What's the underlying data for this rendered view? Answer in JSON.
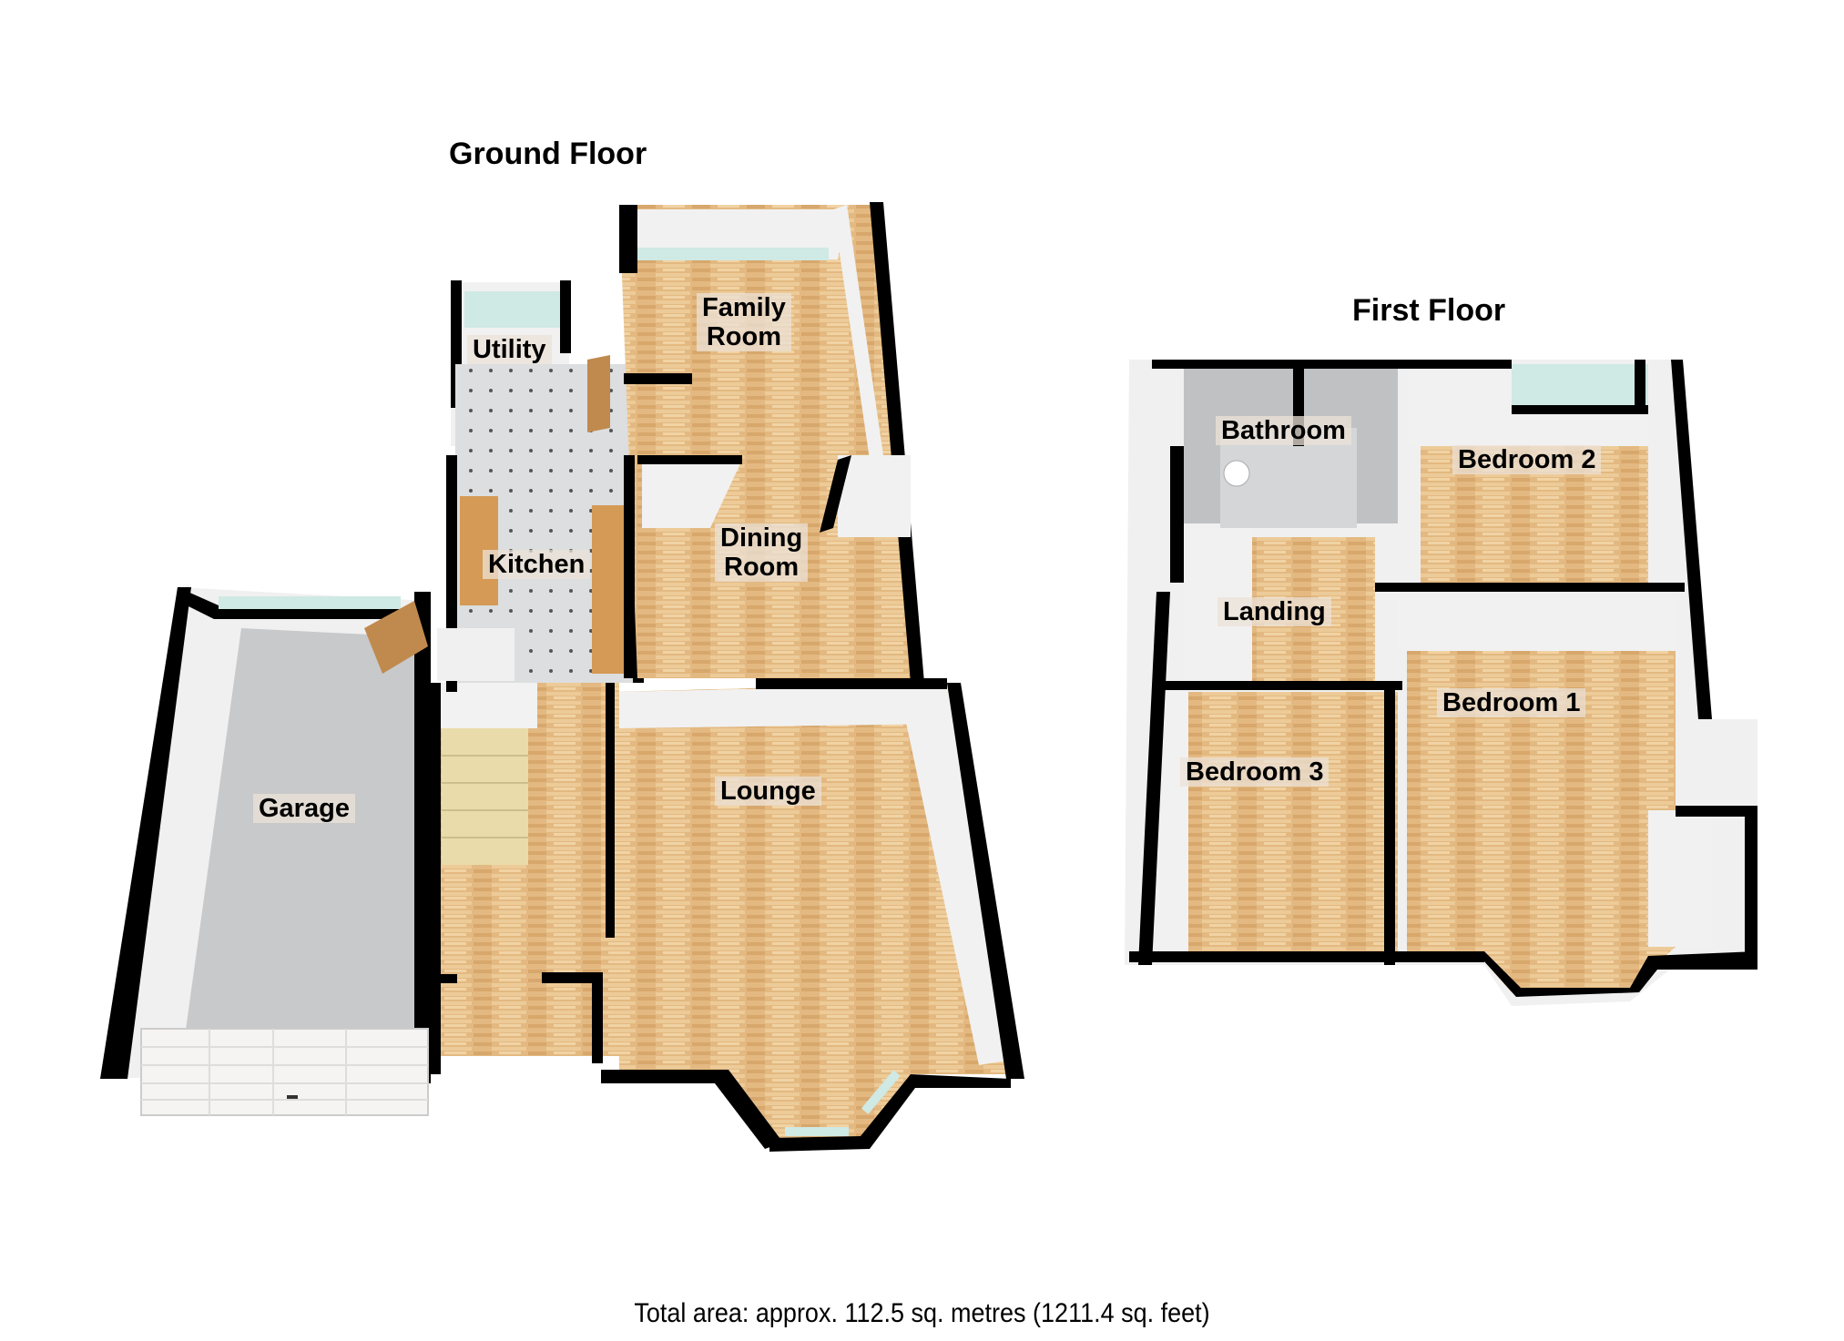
{
  "floors": [
    {
      "title": "Ground Floor",
      "rooms": [
        {
          "name": "Family Room",
          "line1": "Family",
          "line2": "Room"
        },
        {
          "name": "Utility",
          "line1": "Utility"
        },
        {
          "name": "Kitchen",
          "line1": "Kitchen"
        },
        {
          "name": "Dining Room",
          "line1": "Dining",
          "line2": "Room"
        },
        {
          "name": "Garage",
          "line1": "Garage"
        },
        {
          "name": "Lounge",
          "line1": "Lounge"
        }
      ]
    },
    {
      "title": "First Floor",
      "rooms": [
        {
          "name": "Bathroom",
          "line1": "Bathroom"
        },
        {
          "name": "Bedroom 2",
          "line1": "Bedroom 2"
        },
        {
          "name": "Landing",
          "line1": "Landing"
        },
        {
          "name": "Bedroom 1",
          "line1": "Bedroom 1"
        },
        {
          "name": "Bedroom 3",
          "line1": "Bedroom 3"
        }
      ]
    }
  ],
  "footer": {
    "total_area": "Total area: approx. 112.5 sq. metres (1211.4 sq. feet)"
  },
  "colors": {
    "wall": "#000000",
    "wood_floor": "#e0b57e",
    "tile_floor": "#d9dbdd",
    "garage_floor": "#c9cacc",
    "wall_face": "#f2f2f2",
    "window_glass": "#cfe9e4",
    "door_wood": "#c08a4e",
    "stairs": "#e9dcaa"
  }
}
